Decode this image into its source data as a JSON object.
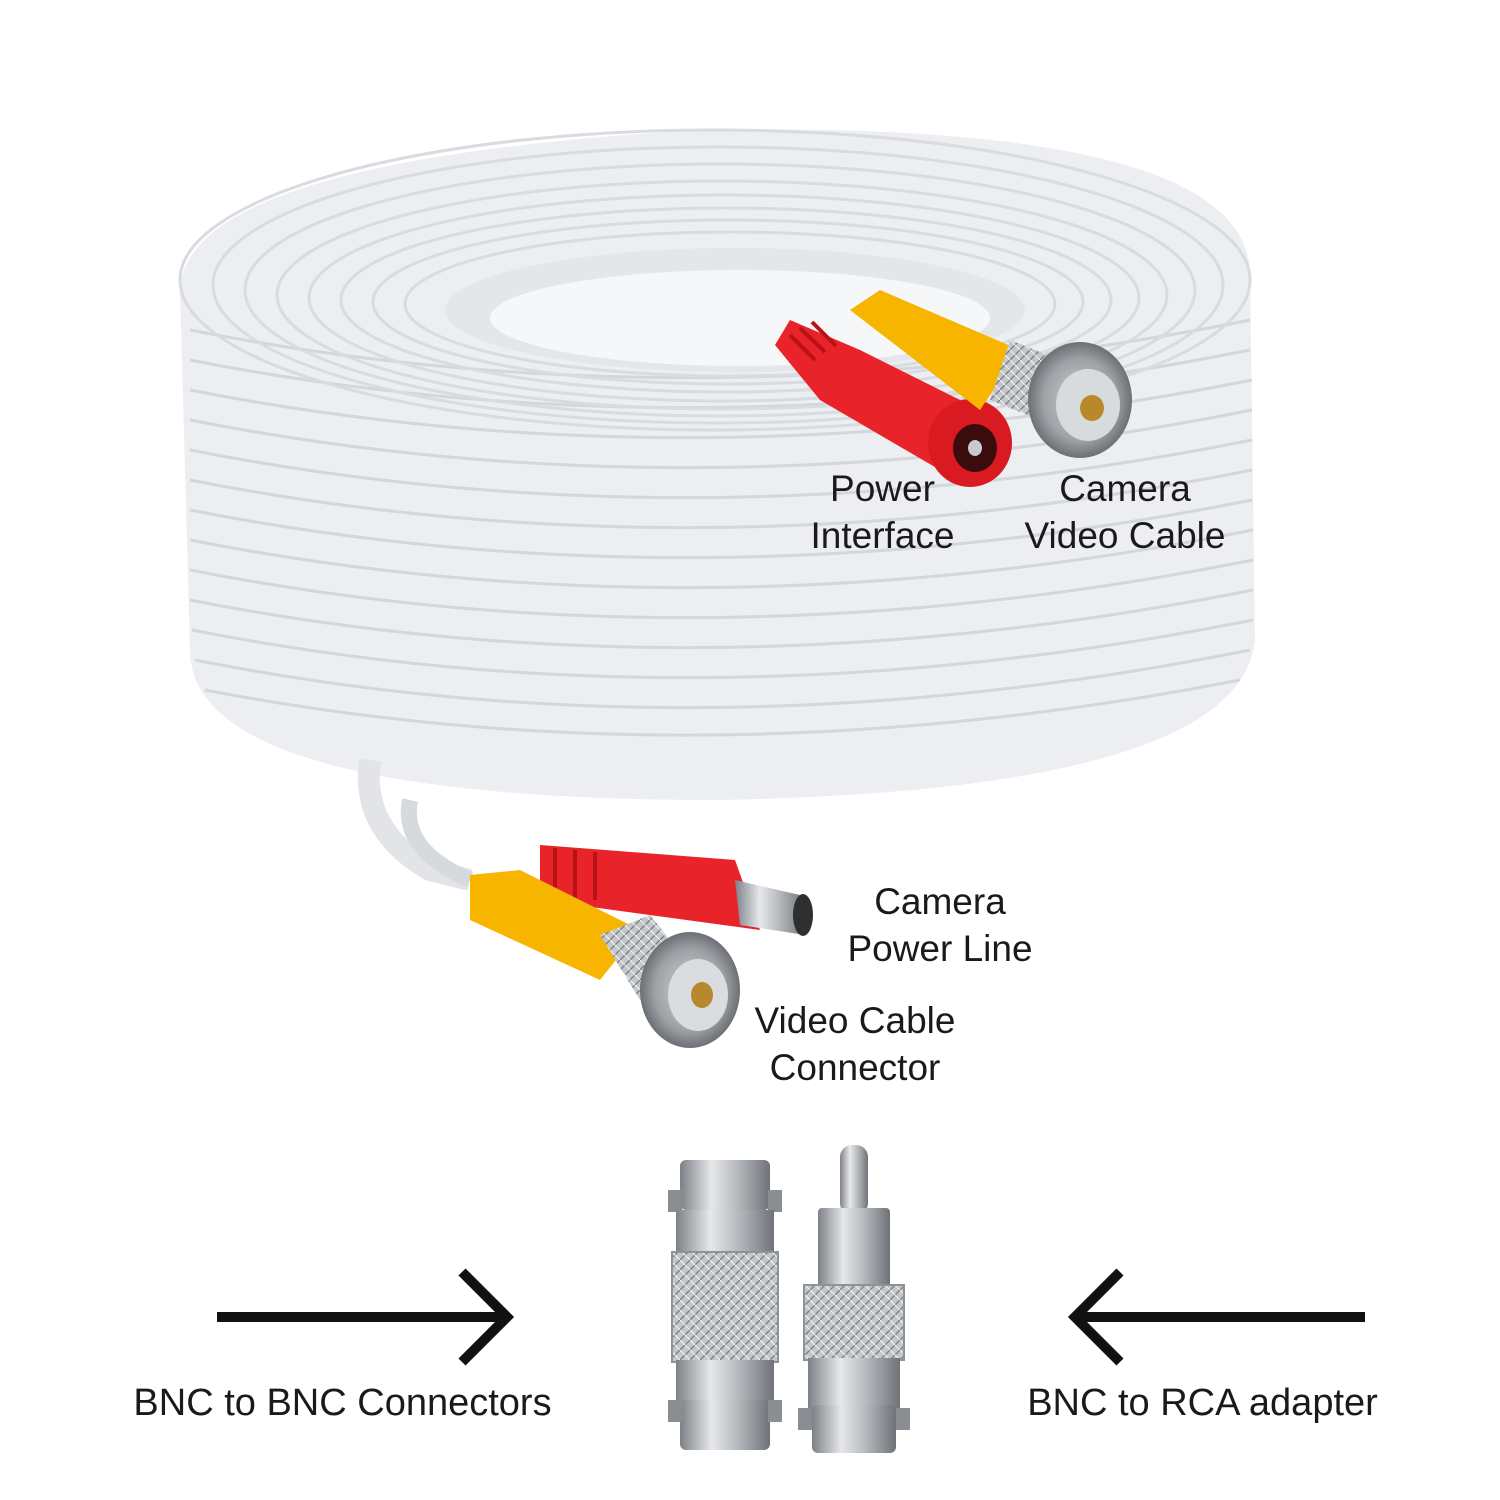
{
  "labels": {
    "power_interface": {
      "line1": "Power",
      "line2": "Interface"
    },
    "camera_video_cable": {
      "line1": "Camera",
      "line2": "Video Cable"
    },
    "camera_power_line": {
      "line1": "Camera",
      "line2": "Power Line"
    },
    "video_cable_connector": {
      "line1": "Video Cable",
      "line2": "Connector"
    },
    "bnc_to_bnc": "BNC to BNC Connectors",
    "bnc_to_rca": "BNC to RCA adapter"
  },
  "colors": {
    "cable": "#f3f4f6",
    "power_connector": "#e8242a",
    "video_connector": "#f7b500",
    "metal": "#b8bcc0",
    "arrow": "#111111"
  },
  "icons": {
    "left_arrow": "arrow-right-icon",
    "right_arrow": "arrow-left-icon"
  }
}
